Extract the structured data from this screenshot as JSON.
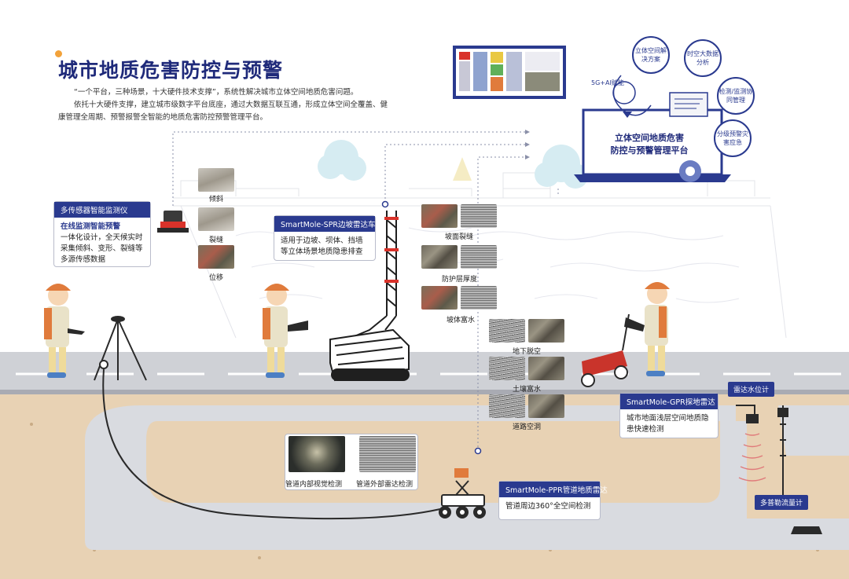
{
  "title": "城市地质危害防控与预警",
  "intro": {
    "p1": "“一个平台，三种场景，十大硬件技术支撑”，系统性解决城市立体空间地质危害问题。",
    "p2": "依托十大硬件支撑，建立城市级数字平台底座，通过大数据互联互通，形成立体空间全覆盖、健康管理全周期、预警报警全智能的地质危害防控预警管理平台。"
  },
  "platform": {
    "line1": "立体空间地质危害",
    "line2": "防控与预警管理平台",
    "ai_label": "5G+AI赋能",
    "bubbles": [
      "立体空间解决方案",
      "时空大数据分析",
      "检测/监测协同管理",
      "分级预警灾害应急"
    ]
  },
  "sensor_callout": {
    "head": "多传感器智能监测仪",
    "sub": "在线监测智能预警",
    "body": "一体化设计，全天候实时采集倾斜、变形、裂缝等多源传感数据"
  },
  "sensor_thumbs": [
    "倾斜",
    "裂缝",
    "位移"
  ],
  "spr_callout": {
    "head": "SmartMole-SPR边坡雷达车",
    "body": "适用于边坡、坝体、挡墙等立体场景地质隐患排查"
  },
  "spr_thumbs": [
    "坡面裂缝",
    "防护层厚度",
    "坡体富水"
  ],
  "road_thumbs": [
    "地下脱空",
    "土壤富水",
    "道路空洞"
  ],
  "gpr_callout": {
    "head": "SmartMole-GPR探地雷达",
    "body": "城市地面浅层空间地质隐患快速检测"
  },
  "ppr_callout": {
    "head": "SmartMole-PPR管道地质雷达",
    "body": "管道周边360°全空间检测"
  },
  "pipe_thumbs": [
    "管道内部视觉检测",
    "管道外部雷达检测"
  ],
  "tags": {
    "radar_level": "雷达水位计",
    "doppler": "多普勒流量计"
  },
  "colors": {
    "navy": "#2a3a8f",
    "title_navy": "#1f2a7a",
    "soil": "#e8d2b4",
    "road": "#cfd1d6",
    "pipe": "#d9dbe0",
    "accent_orange": "#f2a23a"
  }
}
